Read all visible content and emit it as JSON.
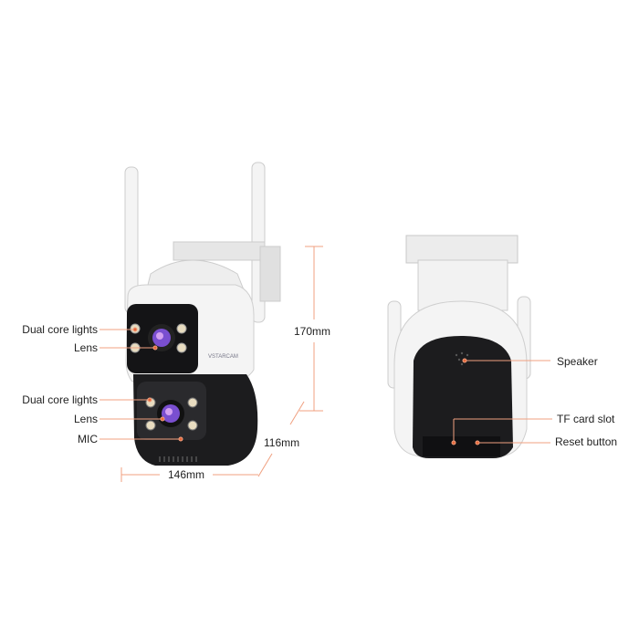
{
  "front_view": {
    "brand_mark": "VSTARCAM",
    "callouts": [
      "Dual core lights",
      "Lens",
      "Dual core lights",
      "Lens",
      "MIC"
    ],
    "dimensions": {
      "height": "170mm",
      "depth": "116mm",
      "width": "146mm"
    }
  },
  "rear_view": {
    "callouts": [
      "Speaker",
      "TF card slot",
      "Reset button"
    ]
  },
  "colors": {
    "leader_line": "#f0a080",
    "accent_dot": "#e8683a",
    "body_white": "#f2f2f2",
    "body_black": "#1c1c1e",
    "lens": "#7a4fd0"
  }
}
